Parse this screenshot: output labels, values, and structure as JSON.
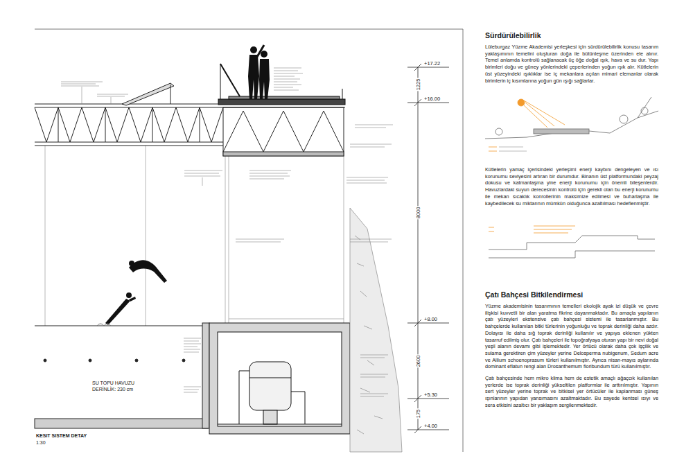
{
  "diagram": {
    "title": "KESIT SISTEM DETAY",
    "labels": [
      "+17.22",
      "+16.00",
      "+8.00",
      "+5.30",
      "+4.00",
      "1225",
      "8000",
      "2600",
      "175",
      "SU TOPU HAVUZU",
      "DERİNLİK: 230 cm",
      "1:30",
      "Sürdürülebilirlik",
      "Lüleburgaz Yüzme Akademisi yerleşkesi için sürdürülebilirlik konusu tasarım yaklaşımının temelini oluşturan doğa ile bütünleşme üzerinden ele alınır. Temel anlamda kontrolü sağlanacak üç öğe doğal ışık, hava ve su dur. Yapı birimleri doğu ve güney yönlerindeki çeperlerinden yoğun ışık alır. Kütlelerin üst yüzeyindeki ışıklıklar ise iç mekanlara açılan mimari elemanlar olarak birimlerin iç kısımlarına yoğun gün ışığı sağlarlar.",
      "Kütlelerin yamaç içerisindeki yerleşimi enerji kaybını dengeleyen ve ısı korunumu seviyesini artıran bir durumdur. Binanın üst platformundaki peyzaj dokusu ve katmanlaşma yine enerji korunumu için önemli bileşenlerdir. Havuzlardaki suyun derecesinin kontrolü için gerekli olan bu enerji korunumu ile mekan sıcaklık konrollerinin maksimize edilmesi ve buharlaşma ile kaybedilecek su miktarının mümkün olduğunca azaltılması hedeflenmiştir.",
      "Çatı Bahçesi Bitkilendirmesi",
      "Yüzme akademisinin tasarımının temelleri ekolojik ayak izi düşük ve çevre ilişkisi kuvvetli bir alan yaratma fikrine dayanmaktadır. Bu amaçla yapılanın çatı yüzeyleri ekstensive çatı bahçesi sistemi ile tasarlanmıştır. Bu bahçelerde kullanılan bitki türlerinin yoğunluğu ve toprak derinliği daha azdır. Dolayısı ile daha sığ toprak derinliği kullanılır ve yapıya eklenen yükten tasarruf edilmiş olur. Çatı bahçeleri ile topoğrafyaya oturan yapı bir nevi doğal yeşil alanın devamı gibi işlemektedir. Yer örtücü olarak daha çok işçilik ve sulama gerektiren çim yüzeyler yerine Delosperma nubigenum, Sedum acre ve Allium schoenoprasum türleri kullanılmıştır. Ayrıca nisan-mayıs aylarında dominant eflatun rengi alan Drosanthemum floribundum türü kullanılmıştır.",
      "Çatı bahçesinde hem mikro klima hem de estetik amaçlı ağaçcık kullanılan yerlerde ise toprak derinliği yükseltilen platformlar ile arttırılmıştır. Yapının sert yüzeyler yerine toprak ve bitkisel yer örtücüler ile kaplanması güneş ışınlarının yapıdan yansımasını azaltmaktadır. Bu sayede kentsel ısıyı ve sera etkisini azaltıcı bir yaklaşım sergilenmektedir."
    ]
  }
}
